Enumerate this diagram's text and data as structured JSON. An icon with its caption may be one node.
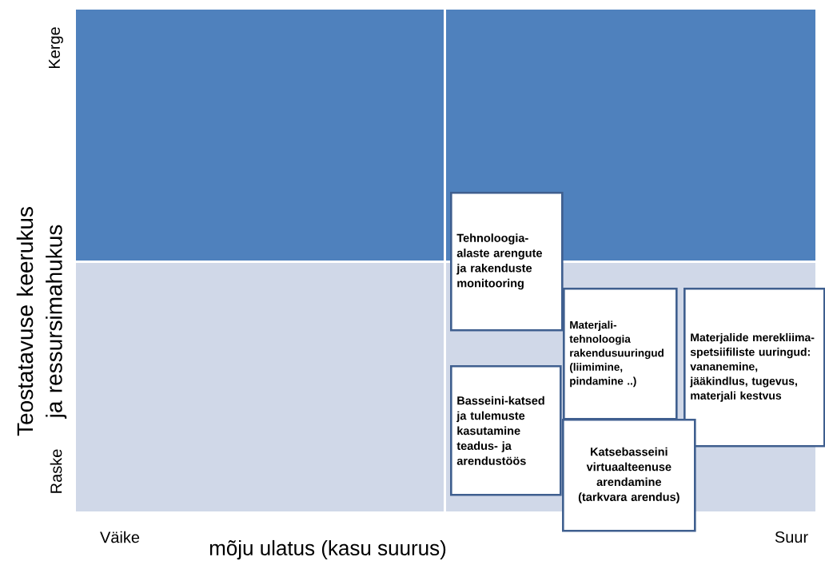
{
  "diagram": {
    "nodes": [
      {
        "text": [
          "Tehnoloogia-alaste arengute ja rakenduste monitooring"
        ]
      },
      {
        "text": [
          "Materjali-tehnoloogia rakendusuuringud (liimimine, pindamine ..)"
        ]
      },
      {
        "text": [
          "Materjalide merekliima-spetsiifiliste uuringud: vananemine, jääkindlus, tugevus, materjali kestvus"
        ]
      },
      {
        "text": [
          "Basseini-katsed ja tulemuste kasutamine teadus- ja arendustöös"
        ]
      },
      {
        "text": [
          "Katsebasseini virtuaalteenuse arendamine (tarkvara arendus)"
        ]
      }
    ],
    "labels": [
      "Kerge",
      "Teostatavuse keerukus ja ressursimahukus",
      "Raske",
      "Väike",
      "Suur",
      "mõju ulatus (kasu suurus)"
    ]
  }
}
